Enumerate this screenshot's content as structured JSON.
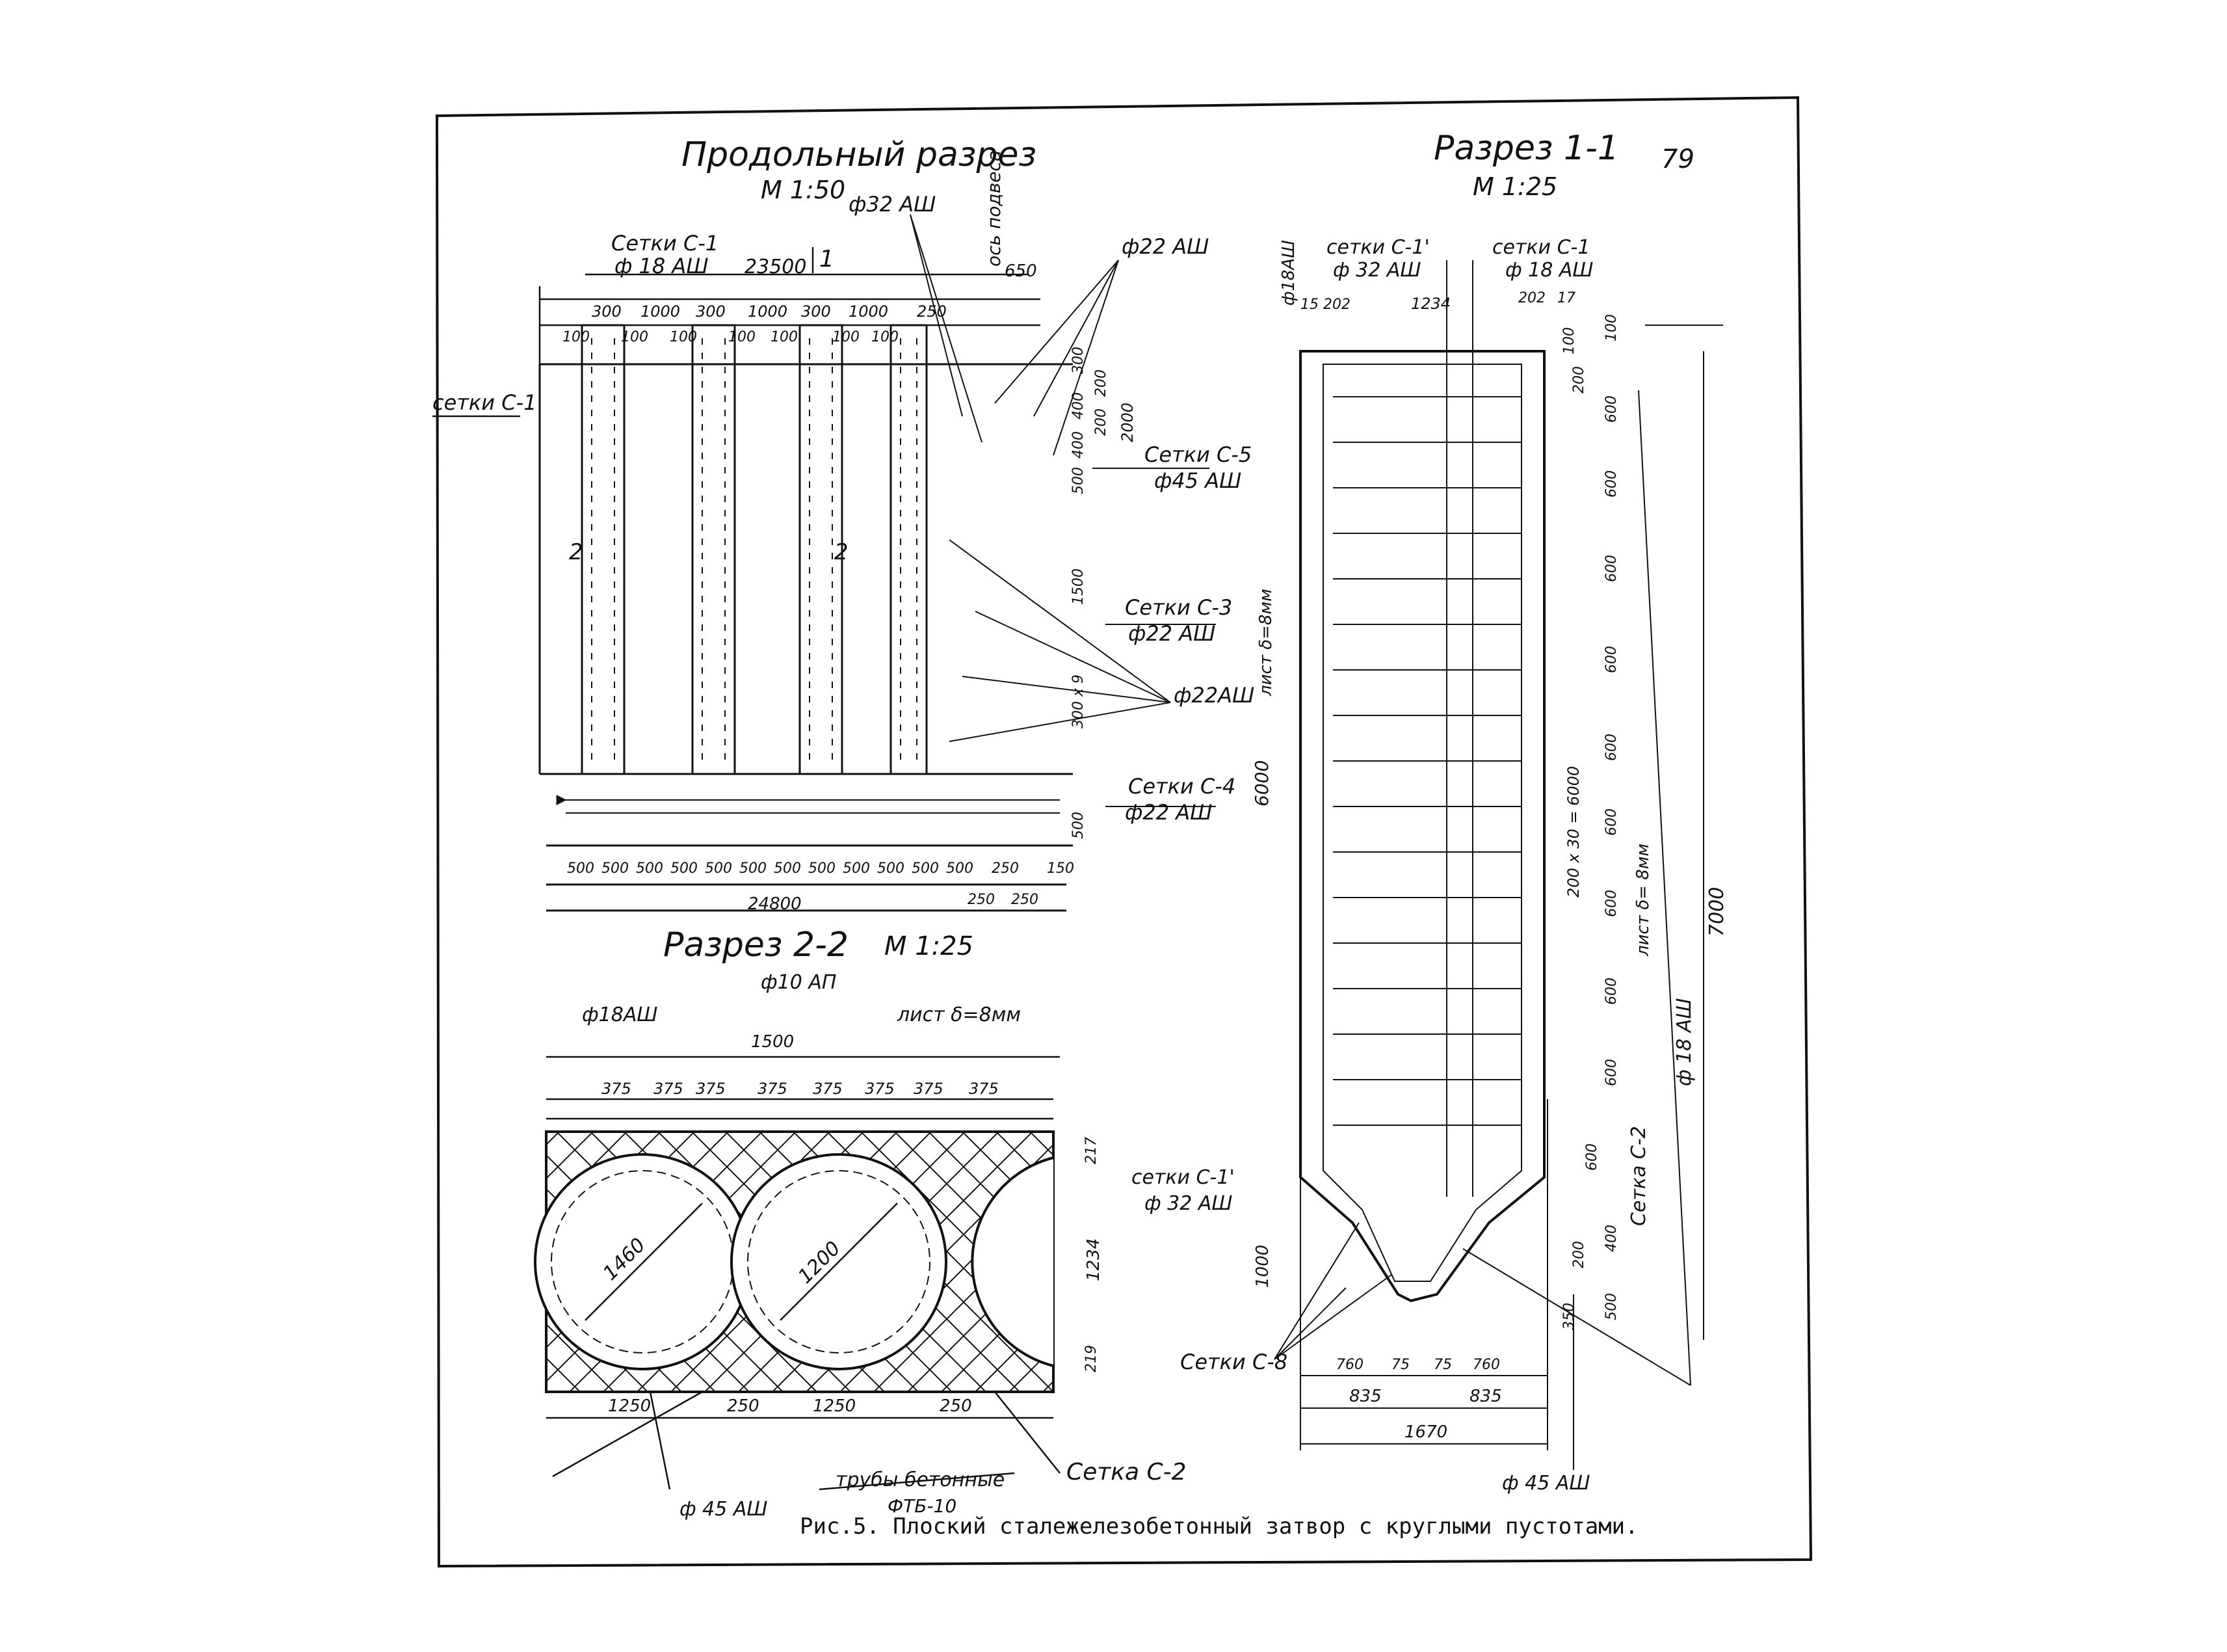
{
  "page": {
    "number": "79"
  },
  "caption": "Рис.5. Плоский сталежелезобетонный затвор с круглыми пустотами.",
  "views": {
    "longitudinal": {
      "title": "Продольный разрез",
      "scale": "М 1:50",
      "labels": {
        "mesh_c1": "Сетки С-1",
        "mesh_c1_bar": "ф 18 АШ",
        "mesh_c1p": "сетки С-1'",
        "bar_32": "ф32 АШ",
        "axis": "ось подвеса",
        "bar_22_top": "ф22 АШ",
        "mesh_c5": "Сетки С-5",
        "mesh_c5_bar": "ф45 АШ",
        "mesh_c3": "Сетки С-3",
        "mesh_c3_bar": "ф22 АШ",
        "bar_22_mid": "ф22АШ",
        "mesh_c4": "Сетки С-4",
        "mesh_c4_bar": "ф22 АШ",
        "cut_1": "1",
        "cut_2": "2"
      },
      "dims": {
        "top_total": "23500",
        "top_axis": "650",
        "top_row": [
          "300",
          "1000",
          "300",
          "1000",
          "300",
          "1000",
          "250"
        ],
        "sub_row": [
          "100",
          "100",
          "100",
          "100",
          "100",
          "100",
          "100"
        ],
        "right_col": [
          "300",
          "200",
          "400",
          "200",
          "400",
          "500",
          "2000"
        ],
        "mid": [
          "1500",
          "300 x 9"
        ],
        "bottom_500": "500",
        "bottom_row": [
          "500",
          "500",
          "500",
          "500",
          "500",
          "500",
          "500",
          "500",
          "500",
          "500",
          "500",
          "500",
          "250",
          "150"
        ],
        "bottom_total": "24800",
        "bottom_small": [
          "250",
          "250"
        ]
      }
    },
    "section_11": {
      "title": "Разрез 1-1",
      "scale": "М 1:25",
      "labels": {
        "mesh_c1p": "сетки С-1'",
        "mesh_c1p_bar": "ф 32 АШ",
        "mesh_c1": "сетки С-1",
        "mesh_c1_bar": "ф 18 АШ",
        "bar_18_left": "ф18АШ",
        "sheet_left": "лист δ=8мм",
        "sheet_right": "лист δ= 8мм",
        "bar_18_right": "ф 18 АШ",
        "mesh_c2": "Сетка С-2",
        "mesh_c8": "Сетки С-8",
        "bar_45": "ф 45 АШ"
      },
      "dims": {
        "top": [
          "15",
          "202",
          "1234",
          "202",
          "17"
        ],
        "top_right": [
          "100",
          "100"
        ],
        "right_spacing": [
          "200",
          "600",
          "600",
          "600",
          "600",
          "600",
          "600",
          "600",
          "600",
          "600",
          "600",
          "400"
        ],
        "right_mid": "200 x 30 = 6000",
        "right_bottom": [
          "200",
          "350",
          "500"
        ],
        "left_height": "6000",
        "left_bottom": "1000",
        "overall": "7000",
        "bottom_row": [
          "760",
          "75",
          "75",
          "760"
        ],
        "bottom_half": [
          "835",
          "835"
        ],
        "bottom_total": "1670"
      }
    },
    "section_22": {
      "title": "Разрез 2-2",
      "scale": "М 1:25",
      "labels": {
        "bar_10": "ф10 АП",
        "bar_18": "ф18АШ",
        "sheet": "лист δ=8мм",
        "mesh_c1p": "сетки С-1'",
        "mesh_c1p_bar": "ф 32 АШ",
        "mesh_c2": "Сетка С-2",
        "pipes": "трубы бетонные",
        "pipes_code": "ФТБ-10",
        "bar_45": "ф 45 АШ"
      },
      "dims": {
        "top_total": "1500",
        "top_row": [
          "375",
          "375",
          "375",
          "375",
          "375",
          "375",
          "375",
          "375"
        ],
        "diameters": [
          "1460",
          "1200"
        ],
        "right": [
          "217",
          "1234",
          "219"
        ],
        "bottom_row": [
          "1250",
          "250",
          "1250",
          "250"
        ]
      }
    }
  }
}
